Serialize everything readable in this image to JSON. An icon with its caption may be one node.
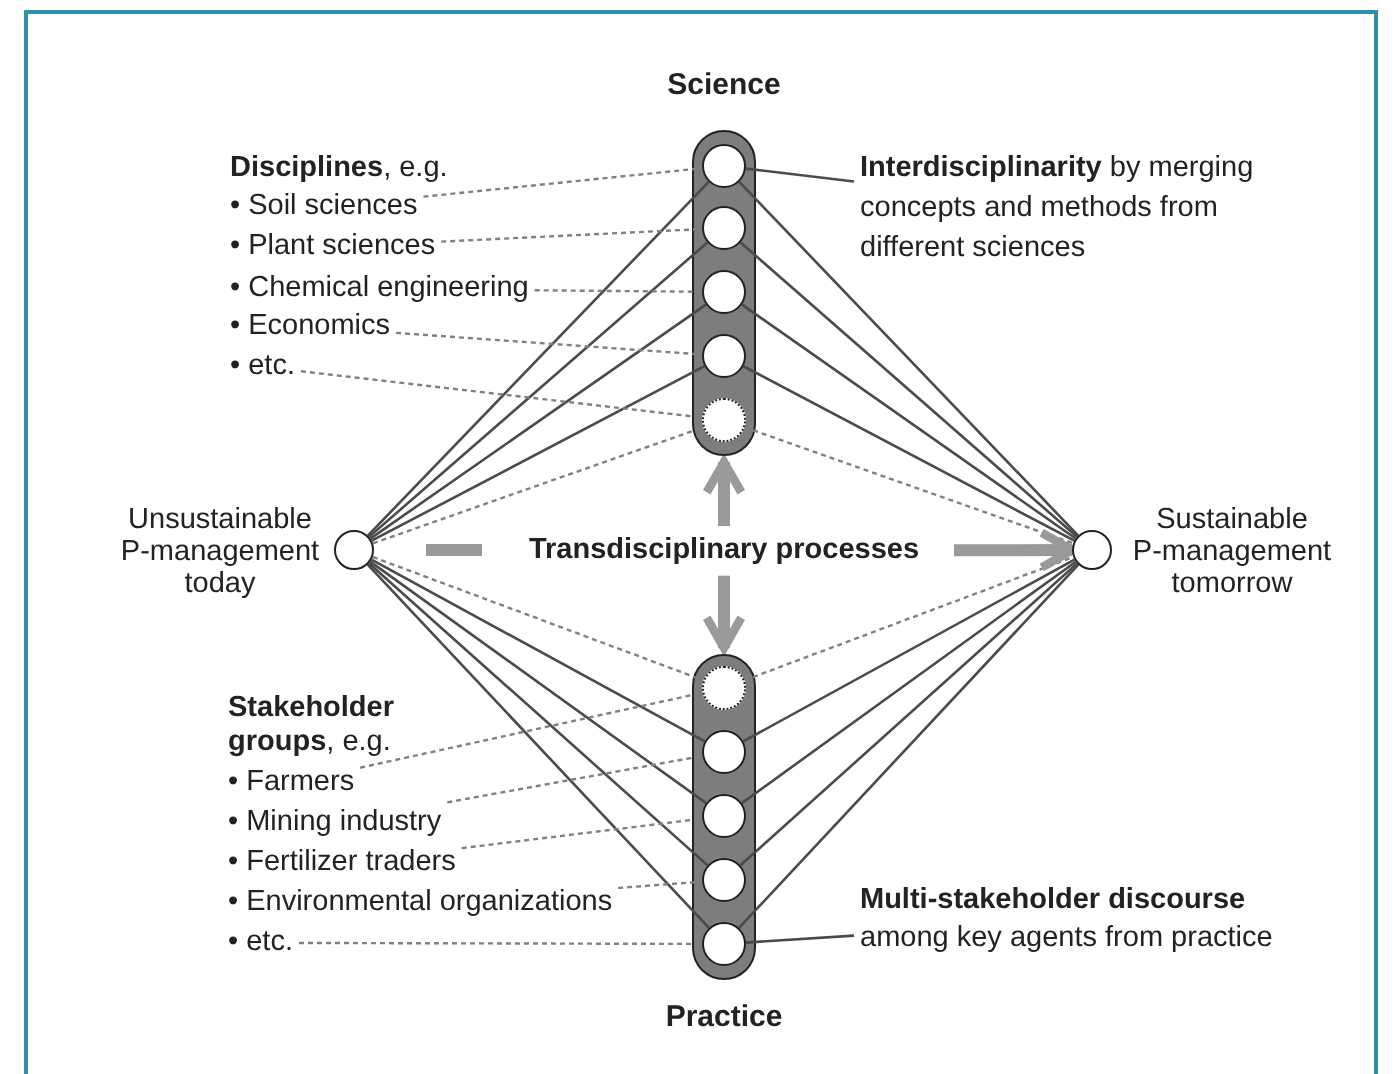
{
  "diagram": {
    "nodes": [
      {
        "text": [
          "Science"
        ]
      },
      {
        "text": [],
        "shape": "circle",
        "in": 0
      },
      {
        "text": [],
        "shape": "circle",
        "in": 0
      },
      {
        "text": [],
        "shape": "circle",
        "in": 0
      },
      {
        "text": [],
        "shape": "circle",
        "in": 0
      },
      {
        "text": [],
        "shape": "circle",
        "in": 0
      },
      {
        "text": [
          "Practice"
        ]
      },
      {
        "text": [],
        "shape": "circle",
        "in": 6
      },
      {
        "text": [],
        "shape": "circle",
        "in": 6
      },
      {
        "text": [],
        "shape": "circle",
        "in": 6
      },
      {
        "text": [],
        "shape": "circle",
        "in": 6
      },
      {
        "text": [],
        "shape": "circle",
        "in": 6
      },
      {
        "text": [],
        "shape": "circle",
        "beside": [
          "Unsustainable P-management today"
        ]
      },
      {
        "text": [],
        "shape": "circle",
        "beside": [
          "Sustainable P-management tomorrow"
        ]
      },
      {
        "text": [
          "• Soil sciences"
        ]
      },
      {
        "text": [
          "• Plant sciences"
        ]
      },
      {
        "text": [
          "• Chemical engineering"
        ]
      },
      {
        "text": [
          "• Economics"
        ]
      },
      {
        "text": [
          "• etc."
        ]
      },
      {
        "text": [
          "**Interdisciplinarity** by merging concepts and methods from different sciences"
        ]
      },
      {
        "text": [
          "• Farmers"
        ]
      },
      {
        "text": [
          "• Mining industry"
        ]
      },
      {
        "text": [
          "• Fertilizer traders"
        ]
      },
      {
        "text": [
          "• Environmental organizations"
        ]
      },
      {
        "text": [
          "• etc."
        ]
      },
      {
        "text": [
          "Multi-stakeholder discourse",
          "among key agents from practice"
        ]
      },
      {
        "text": [
          "Transdisciplinary processes"
        ]
      }
    ],
    "edges": [
      {
        "from": 12,
        "to": 1,
        "arrow": "none"
      },
      {
        "from": 12,
        "to": 2,
        "arrow": "none"
      },
      {
        "from": 12,
        "to": 3,
        "arrow": "none"
      },
      {
        "from": 12,
        "to": 4,
        "arrow": "none"
      },
      {
        "from": 12,
        "to": 5,
        "arrow": "none",
        "style": "dashed"
      },
      {
        "from": 12,
        "to": 7,
        "arrow": "none",
        "style": "dashed"
      },
      {
        "from": 12,
        "to": 8,
        "arrow": "none"
      },
      {
        "from": 12,
        "to": 9,
        "arrow": "none"
      },
      {
        "from": 12,
        "to": 10,
        "arrow": "none"
      },
      {
        "from": 12,
        "to": 11,
        "arrow": "none"
      },
      {
        "from": 1,
        "to": 13,
        "arrow": "none"
      },
      {
        "from": 2,
        "to": 13,
        "arrow": "none"
      },
      {
        "from": 3,
        "to": 13,
        "arrow": "none"
      },
      {
        "from": 4,
        "to": 13,
        "arrow": "none"
      },
      {
        "from": 5,
        "to": 13,
        "arrow": "none",
        "style": "dashed"
      },
      {
        "from": 7,
        "to": 13,
        "arrow": "none",
        "style": "dashed"
      },
      {
        "from": 8,
        "to": 13,
        "arrow": "none"
      },
      {
        "from": 9,
        "to": 13,
        "arrow": "none"
      },
      {
        "from": 10,
        "to": 13,
        "arrow": "none"
      },
      {
        "from": 11,
        "to": 13,
        "arrow": "none"
      },
      {
        "from": 14,
        "to": 1,
        "arrow": "none",
        "style": "dashed"
      },
      {
        "from": 15,
        "to": 2,
        "arrow": "none",
        "style": "dashed"
      },
      {
        "from": 16,
        "to": 3,
        "arrow": "none",
        "style": "dashed"
      },
      {
        "from": 17,
        "to": 4,
        "arrow": "none",
        "style": "dashed"
      },
      {
        "from": 18,
        "to": 5,
        "arrow": "none",
        "style": "dashed"
      },
      {
        "from": 19,
        "to": 1,
        "arrow": "none"
      },
      {
        "from": 20,
        "to": 7,
        "arrow": "none",
        "style": "dashed"
      },
      {
        "from": 21,
        "to": 8,
        "arrow": "none",
        "style": "dashed"
      },
      {
        "from": 22,
        "to": 9,
        "arrow": "none",
        "style": "dashed"
      },
      {
        "from": 23,
        "to": 10,
        "arrow": "none",
        "style": "dashed"
      },
      {
        "from": 24,
        "to": 11,
        "arrow": "none",
        "style": "dashed"
      },
      {
        "from": 25,
        "to": 11,
        "arrow": "none"
      },
      {
        "from": 26,
        "to": 0,
        "arrow": "to",
        "style": "thick",
        "color": "#9a9a9a"
      },
      {
        "from": 26,
        "to": 6,
        "arrow": "to",
        "style": "thick",
        "color": "#9a9a9a"
      },
      {
        "from": 26,
        "to": 13,
        "arrow": "to",
        "style": "thick",
        "color": "#9a9a9a"
      }
    ],
    "labels": [
      "**Disciplines**, e.g.",
      "**Stakeholder groups**, e.g."
    ]
  }
}
